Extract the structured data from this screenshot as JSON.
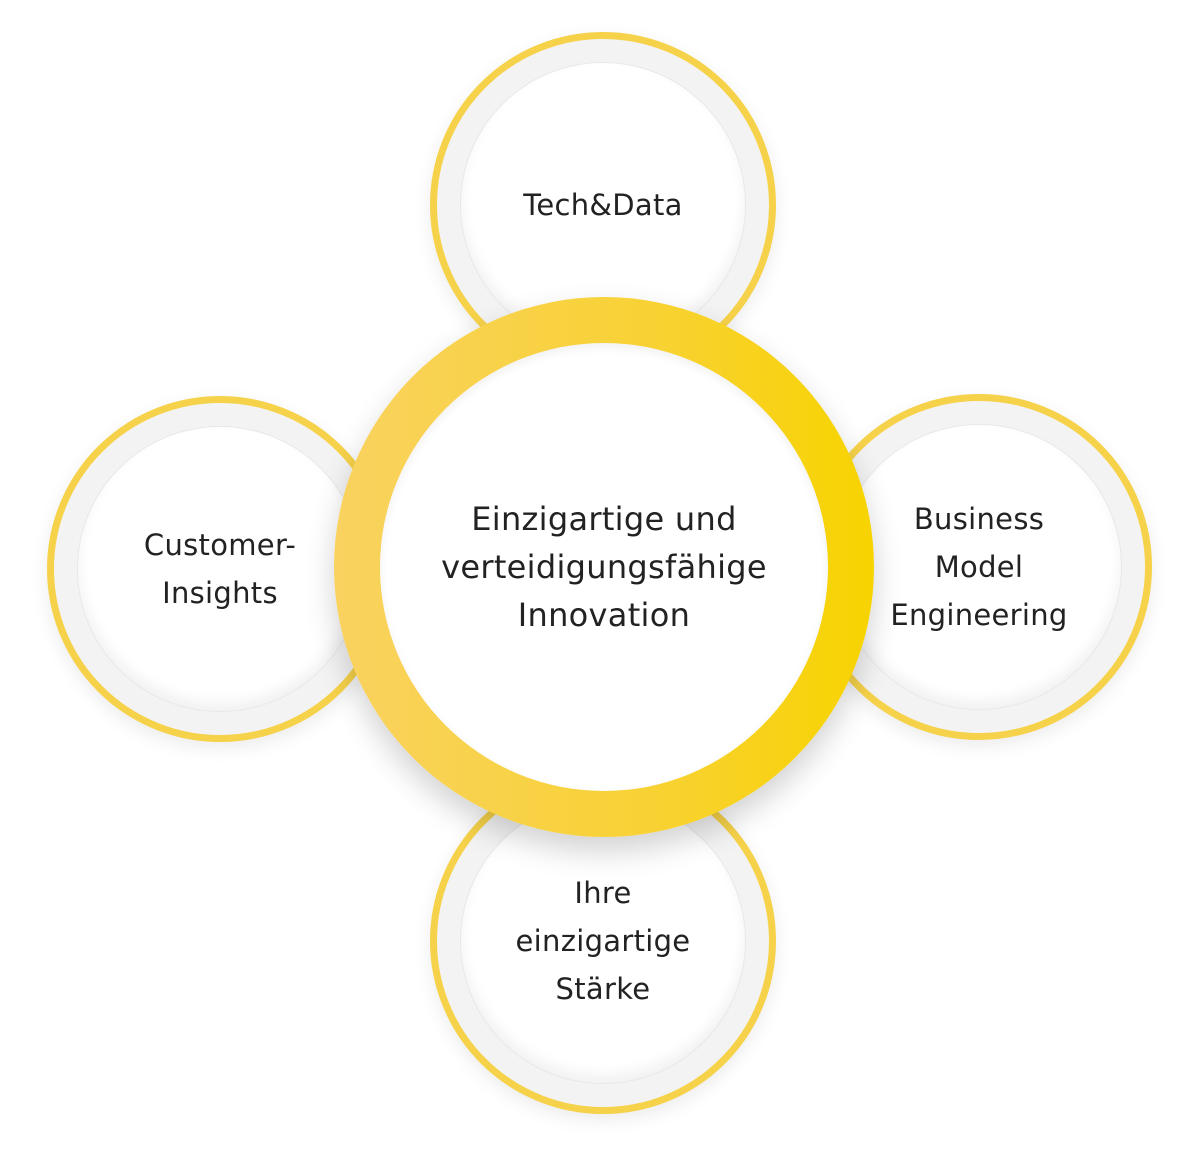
{
  "center": {
    "label_lines": [
      "Einzigartige und",
      "verteidigungsfähige",
      "Innovation"
    ]
  },
  "satellites": {
    "top": {
      "label_lines": [
        "Tech&Data"
      ]
    },
    "left": {
      "label_lines": [
        "Customer-",
        "Insights"
      ]
    },
    "right": {
      "label_lines": [
        "Business",
        "Model",
        "Engineering"
      ]
    },
    "bottom": {
      "label_lines": [
        "Ihre",
        "einzigartige",
        "Stärke"
      ]
    }
  },
  "colors": {
    "accent": "#f7d300",
    "accent_light": "#f9d260",
    "text": "#222222"
  }
}
